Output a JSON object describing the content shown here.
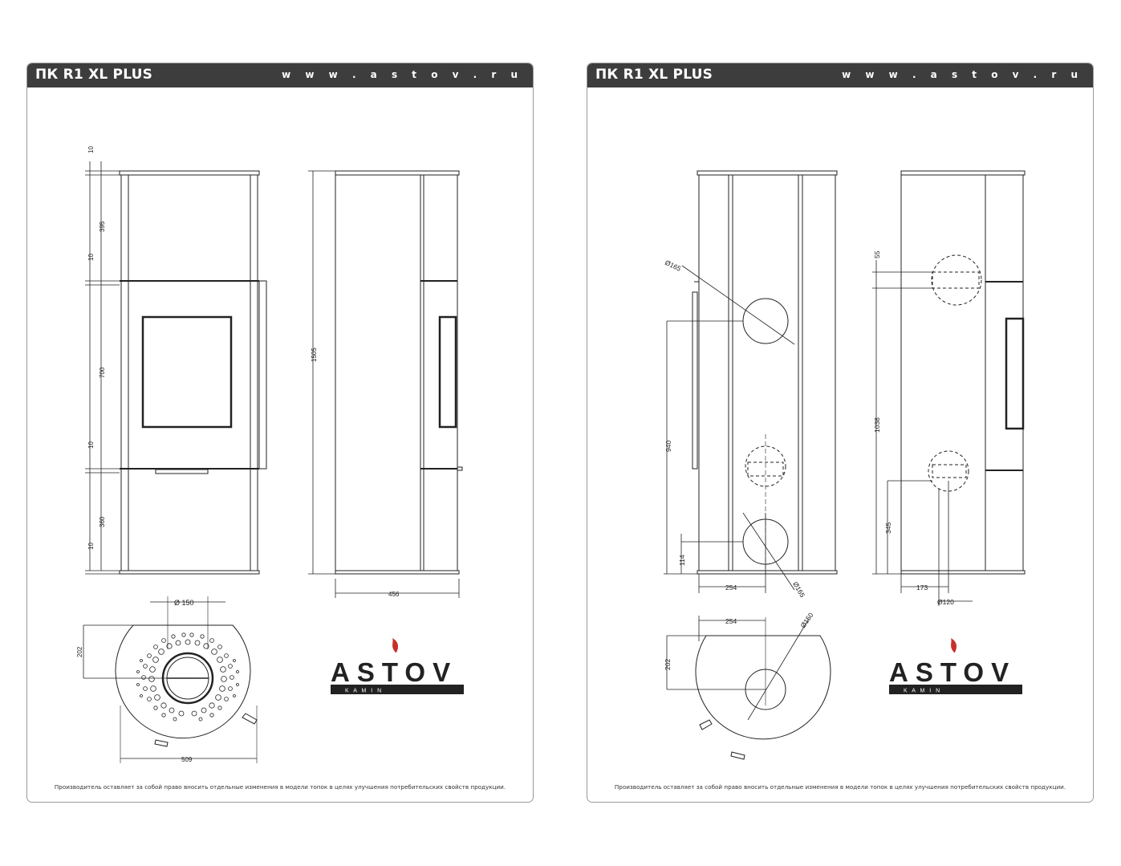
{
  "sheets": [
    {
      "title": "ПК R1 XL PLUS",
      "website": "w w w . a s t o v . r u",
      "footnote": "Производитель оставляет за собой право вносить отдельные изменения в модели топок в целях улучшения потребительских свойств продукции.",
      "dims": {
        "d10a": "10",
        "d395": "395",
        "d10b": "10",
        "d700": "700",
        "d10c": "10",
        "d360": "360",
        "d10d": "10",
        "d1505": "1505",
        "d456": "456",
        "d150": "Ø 150",
        "d202": "202",
        "d509": "509"
      }
    },
    {
      "title": "ПК R1 XL PLUS",
      "website": "w w w . a s t o v . r u",
      "footnote": "Производитель оставляет за собой право вносить отдельные изменения в модели топок в целях улучшения потребительских свойств продукции.",
      "dims": {
        "d165a": "Ø165",
        "d940": "940",
        "d114": "114",
        "d254a": "254",
        "d165b": "Ø165",
        "d55": "55",
        "d1038": "1038",
        "d345": "345",
        "d173": "173",
        "d120": "Ø120",
        "d254b": "254",
        "d150": "Ø150",
        "d202": "202"
      }
    }
  ],
  "logo": {
    "brand": "ASTOV",
    "sub": "K A M I N"
  }
}
